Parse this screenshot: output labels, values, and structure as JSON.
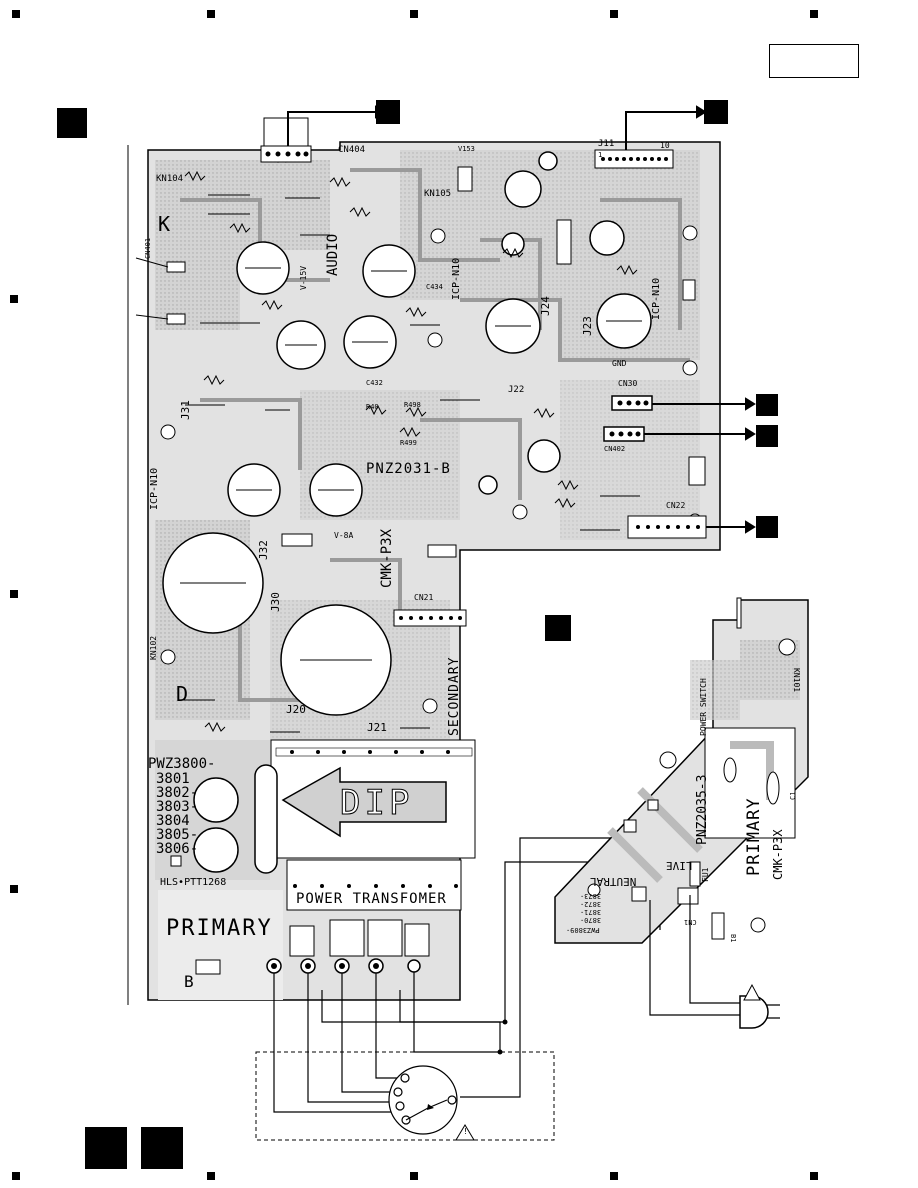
{
  "header": {
    "page_box": ""
  },
  "main_board": {
    "model": "PNZ2031-B",
    "connector_top": "CN404",
    "connector_j11": "J11",
    "j11_pins": [
      "1",
      "10"
    ],
    "labels": {
      "audio": "AUDIO",
      "cmk": "CMK-P3X",
      "secondary": "SECONDARY",
      "dip": "DIP",
      "power_transformer": "POWER TRANSFOMER",
      "primary": "PRIMARY",
      "hls": "HLS•PTT1268",
      "pwz": "PWZ3800-",
      "pwz_variants": [
        "3801",
        "3802-",
        "3803-",
        "3804",
        "3805-",
        "3806-"
      ],
      "kn104": "KN104",
      "kn102": "KN102",
      "kn105": "KN105",
      "icp1": "ICP-N10",
      "icp2": "ICP-N10",
      "icp3": "ICP-N10",
      "cn30": "CN30",
      "cn22": "CN22",
      "cn21": "CN21",
      "j21": "J21",
      "j20": "J20",
      "j22": "J22",
      "j23": "J23",
      "j24": "J24",
      "j30": "J30",
      "j31": "J31",
      "j32": "J32",
      "cn401": "CN401",
      "k": "K",
      "d": "D",
      "b": "B",
      "gnd": "GND",
      "v15": "V-15V",
      "v8a": "V-8A",
      "r40": "R40",
      "r498": "R498",
      "r499": "R499",
      "c432": "C432",
      "c434": "C434",
      "v153": "V153",
      "cn402": "CN402"
    }
  },
  "sub_board": {
    "model": "PNZ2035-3",
    "cmk": "CMK-P3X",
    "primary": "PRIMARY",
    "live": "LIVE",
    "neutral": "NEUTRAL",
    "power_switch": "POWER SWITCH",
    "kn101": "KN101",
    "c1": "C1",
    "cn1": "CN1",
    "fu1": "FU1",
    "b1": "B1",
    "pwz_variants": [
      "PWZ3809-",
      "3870-",
      "3871-",
      "3872-",
      "3873-"
    ]
  },
  "warning_symbol": "!"
}
